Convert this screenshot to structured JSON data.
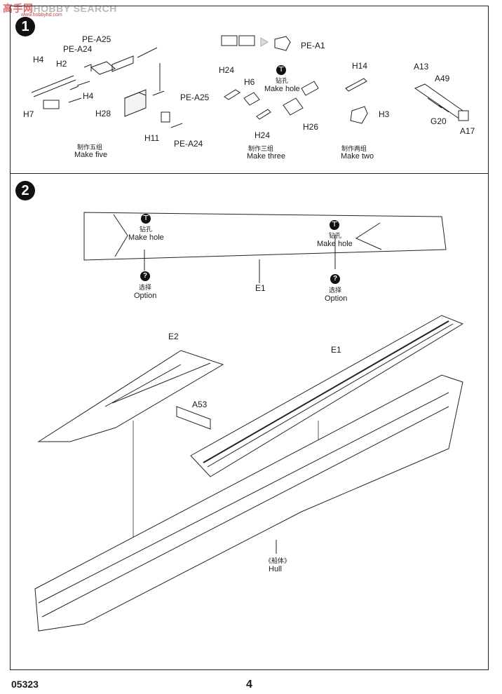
{
  "watermark": {
    "cn": "高手网",
    "en": "HOBBY SEARCH",
    "url": "www.hobbyhd.com"
  },
  "step1": {
    "number": "1",
    "groupA": {
      "parts": [
        "PE-A25",
        "PE-A24",
        "H4",
        "H2",
        "H4",
        "H7",
        "H28",
        "PE-A25",
        "H11",
        "PE-A24"
      ],
      "note_cn": "制作五组",
      "note_en": "Make five"
    },
    "groupB": {
      "parts": [
        "PE-A1",
        "H24",
        "H6",
        "H24",
        "H26"
      ],
      "hole_cn": "钻孔",
      "hole_en": "Make hole",
      "note_cn": "制作三组",
      "note_en": "Make three"
    },
    "groupC": {
      "parts": [
        "H14",
        "H3"
      ],
      "note_cn": "制作两组",
      "note_en": "Make two"
    },
    "groupD": {
      "parts": [
        "A13",
        "A49",
        "G20",
        "A17"
      ]
    }
  },
  "step2": {
    "number": "2",
    "deck_part": "E1",
    "hole_cn": "钻孔",
    "hole_en": "Make hole",
    "option_cn": "选择",
    "option_en": "Option",
    "parts": [
      "E2",
      "E1",
      "A53"
    ],
    "hull_cn": "《船体》",
    "hull_en": "Hull"
  },
  "footer": {
    "product": "05323",
    "page": "4"
  }
}
